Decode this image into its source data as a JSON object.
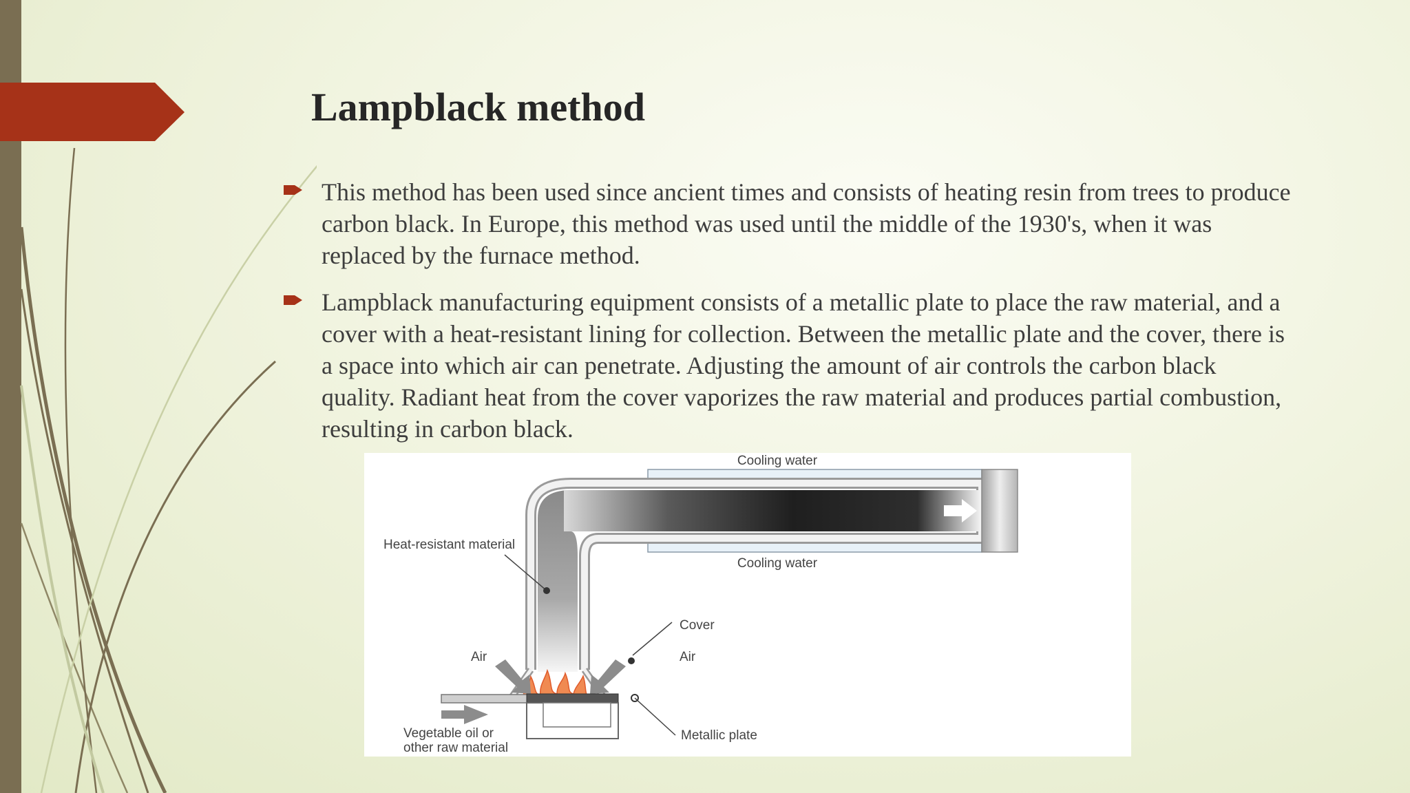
{
  "slide": {
    "title": "Lampblack method",
    "bullets": [
      {
        "text": "This method has been used since ancient times and consists of heating resin from trees to produce carbon black. In Europe, this method was used until the middle of the 1930's, when it was replaced by the furnace method."
      },
      {
        "text": "Lampblack manufacturing equipment consists of a metallic plate to place the raw material, and a cover with a heat-resistant lining for collection. Between the metallic plate and the cover, there is a space into which air can penetrate. Adjusting the amount of air controls the carbon black quality. Radiant heat from the cover vaporizes the raw material and produces partial combustion, resulting in carbon black."
      }
    ]
  },
  "diagram": {
    "labels": {
      "cooling_water_top": "Cooling water",
      "cooling_water_bottom": "Cooling water",
      "heat_resistant": "Heat-resistant material",
      "cover": "Cover",
      "air_left": "Air",
      "air_right": "Air",
      "metallic_plate": "Metallic plate",
      "raw_material_line1": "Vegetable oil or",
      "raw_material_line2": "other raw material"
    }
  },
  "colors": {
    "accent": "#a63218",
    "left_bar": "#7a6e52",
    "background": "#eef2dc"
  },
  "icons": {
    "bullet": "arrow-bullet-icon"
  }
}
